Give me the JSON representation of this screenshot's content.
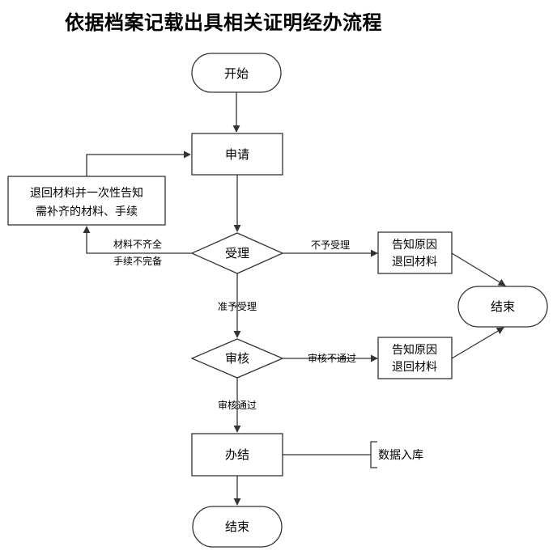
{
  "title": "依据档案记载出具相关证明经办流程",
  "nodes": {
    "start": "开始",
    "apply": "申请",
    "return_line1": "退回材料并一次性告知",
    "return_line2": "需补齐的材料、手续",
    "accept": "受理",
    "reject_line1": "告知原因",
    "reject_line2": "退回材料",
    "end_right": "结束",
    "review": "审核",
    "reject2_line1": "告知原因",
    "reject2_line2": "退回材料",
    "complete": "办结",
    "archive": "数据入库",
    "end_bottom": "结束"
  },
  "edges": {
    "incomplete_line1": "材料不齐全",
    "incomplete_line2": "手续不完备",
    "not_accept": "不予受理",
    "accepted": "准予受理",
    "review_fail": "审核不通过",
    "review_pass": "审核通过"
  }
}
